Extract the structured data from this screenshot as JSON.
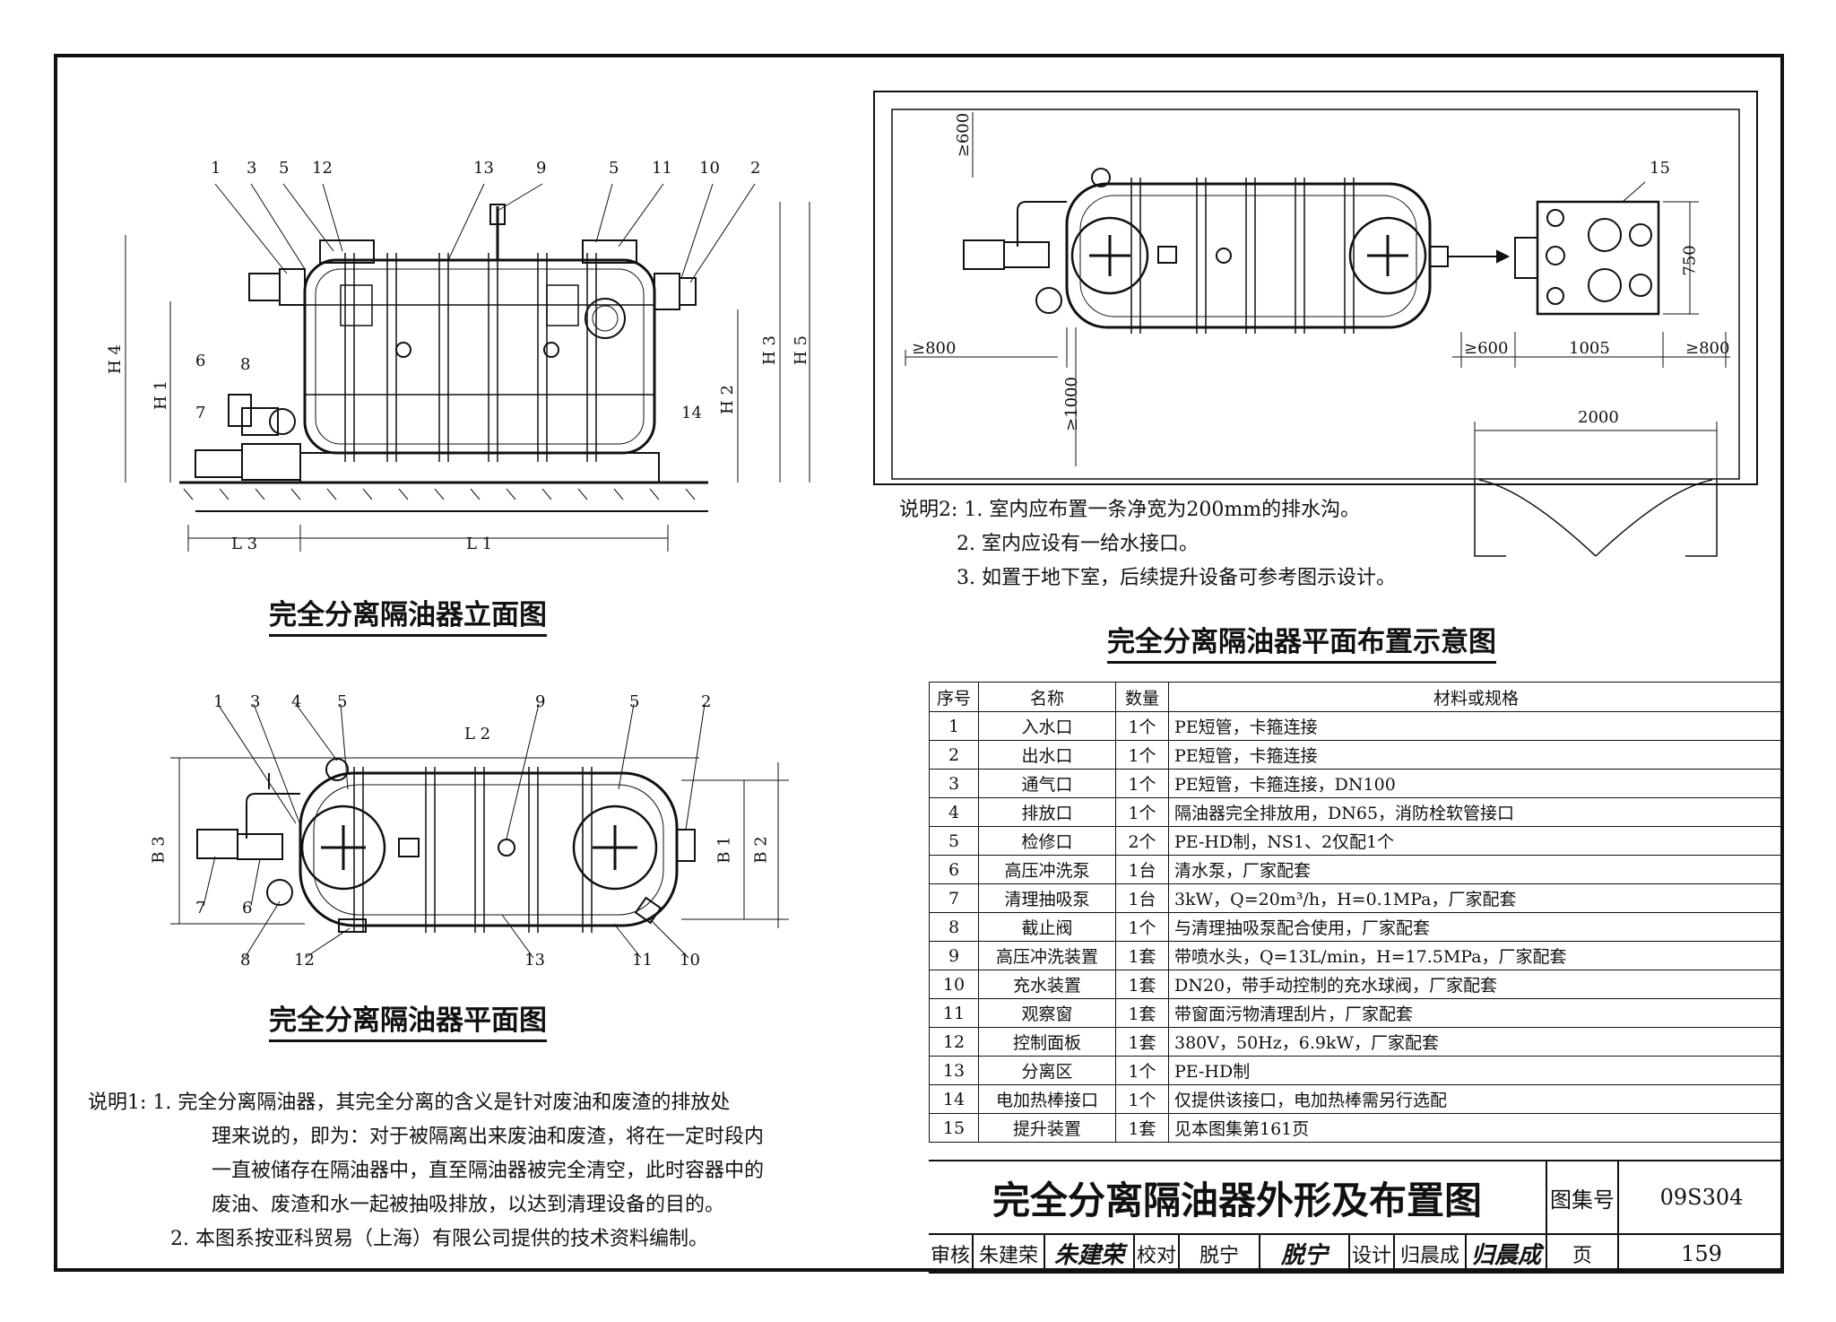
{
  "elevation": {
    "title": "完全分离隔油器立面图",
    "callouts": [
      "1",
      "3",
      "5",
      "12",
      "13",
      "9",
      "5",
      "11",
      "10",
      "2"
    ],
    "side_callouts": [
      "6",
      "8",
      "7",
      "14"
    ],
    "dims": {
      "h4": "H 4",
      "h1": "H 1",
      "h3": "H 3",
      "h5": "H 5",
      "h2": "H 2",
      "l3": "L 3",
      "l1": "L 1"
    }
  },
  "plan": {
    "title": "完全分离隔油器平面图",
    "callouts_top": [
      "1",
      "3",
      "4",
      "5",
      "9",
      "5",
      "2"
    ],
    "callouts_bottom": [
      "8",
      "12",
      "13",
      "11",
      "10"
    ],
    "callouts_side": [
      "7",
      "6"
    ],
    "dims": {
      "l2": "L 2",
      "b3": "B 3",
      "b1": "B 1",
      "b2": "B 2"
    }
  },
  "layout": {
    "title": "完全分离隔油器平面布置示意图",
    "dims": {
      "d600_top": "≥600",
      "d800_left": "≥800",
      "d1000": "≥1000",
      "d600_mid": "≥600",
      "d1005": "1005",
      "d800_right": "≥800",
      "d750": "750",
      "d2000": "2000"
    },
    "callout": "15"
  },
  "notes2": {
    "label": "说明2:",
    "items": [
      "1. 室内应布置一条净宽为200mm的排水沟。",
      "2. 室内应设有一给水接口。",
      "3. 如置于地下室，后续提升设备可参考图示设计。"
    ]
  },
  "notes1": {
    "label": "说明1:",
    "lines": [
      "1. 完全分离隔油器，其完全分离的含义是针对废油和废渣的排放处",
      "理来说的，即为：对于被隔离出来废油和废渣，将在一定时段内",
      "一直被储存在隔油器中，直至隔油器被完全清空，此时容器中的",
      "废油、废渣和水一起被抽吸排放，以达到清理设备的目的。",
      "2. 本图系按亚科贸易（上海）有限公司提供的技术资料编制。"
    ]
  },
  "parts_table": {
    "headers": [
      "序号",
      "名称",
      "数量",
      "材料或规格"
    ],
    "rows": [
      [
        "1",
        "入水口",
        "1个",
        "PE短管，卡箍连接"
      ],
      [
        "2",
        "出水口",
        "1个",
        "PE短管，卡箍连接"
      ],
      [
        "3",
        "通气口",
        "1个",
        "PE短管，卡箍连接，DN100"
      ],
      [
        "4",
        "排放口",
        "1个",
        "隔油器完全排放用，DN65，消防栓软管接口"
      ],
      [
        "5",
        "检修口",
        "2个",
        "PE-HD制，NS1、2仅配1个"
      ],
      [
        "6",
        "高压冲洗泵",
        "1台",
        "清水泵，厂家配套"
      ],
      [
        "7",
        "清理抽吸泵",
        "1台",
        "3kW，Q=20m³/h，H=0.1MPa，厂家配套"
      ],
      [
        "8",
        "截止阀",
        "1个",
        "与清理抽吸泵配合使用，厂家配套"
      ],
      [
        "9",
        "高压冲洗装置",
        "1套",
        "带喷水头，Q=13L/min，H=17.5MPa，厂家配套"
      ],
      [
        "10",
        "充水装置",
        "1套",
        "DN20，带手动控制的充水球阀，厂家配套"
      ],
      [
        "11",
        "观察窗",
        "1套",
        "带窗面污物清理刮片，厂家配套"
      ],
      [
        "12",
        "控制面板",
        "1套",
        "380V，50Hz，6.9kW，厂家配套"
      ],
      [
        "13",
        "分离区",
        "1个",
        "PE-HD制"
      ],
      [
        "14",
        "电加热棒接口",
        "1个",
        "仅提供该接口，电加热棒需另行选配"
      ],
      [
        "15",
        "提升装置",
        "1套",
        "见本图集第161页"
      ]
    ]
  },
  "title_block": {
    "drawing_title": "完全分离隔油器外形及布置图",
    "atlas_label": "图集号",
    "atlas_no": "09S304",
    "review_label": "审核",
    "reviewer": "朱建荣",
    "reviewer_sig": "朱建荣",
    "check_label": "校对",
    "checker": "脱宁",
    "checker_sig": "脱宁",
    "design_label": "设计",
    "designer": "归晨成",
    "designer_sig": "归晨成",
    "page_label": "页",
    "page_no": "159"
  }
}
